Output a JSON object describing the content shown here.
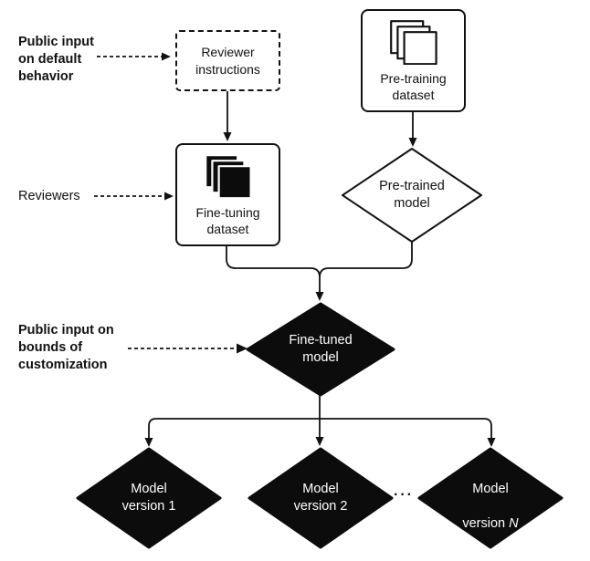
{
  "diagram": {
    "side_labels": {
      "public_default": "Public input\non default\nbehavior",
      "reviewers": "Reviewers",
      "public_bounds": "Public input on\nbounds of\ncustomization"
    },
    "nodes": {
      "reviewer_instructions": "Reviewer\ninstructions",
      "pretraining_dataset": "Pre-training\ndataset",
      "finetuning_dataset": "Fine-tuning\ndataset",
      "pretrained_model": "Pre-trained\nmodel",
      "finetuned_model": "Fine-tuned\nmodel",
      "model_version_1": "Model\nversion 1",
      "model_version_2": "Model\nversion 2",
      "model_version_n_line1": "Model",
      "model_version_n_line2_prefix": "version ",
      "model_version_n_variable": "N"
    },
    "ellipsis": "···",
    "icons": {
      "pretraining": "stacked-documents-outline-icon",
      "finetuning": "stacked-documents-filled-icon"
    },
    "colors": {
      "ink": "#111111",
      "diamond_fill": "#0c0c0c",
      "background": "#ffffff",
      "text_on_dark": "#ffffff"
    }
  }
}
